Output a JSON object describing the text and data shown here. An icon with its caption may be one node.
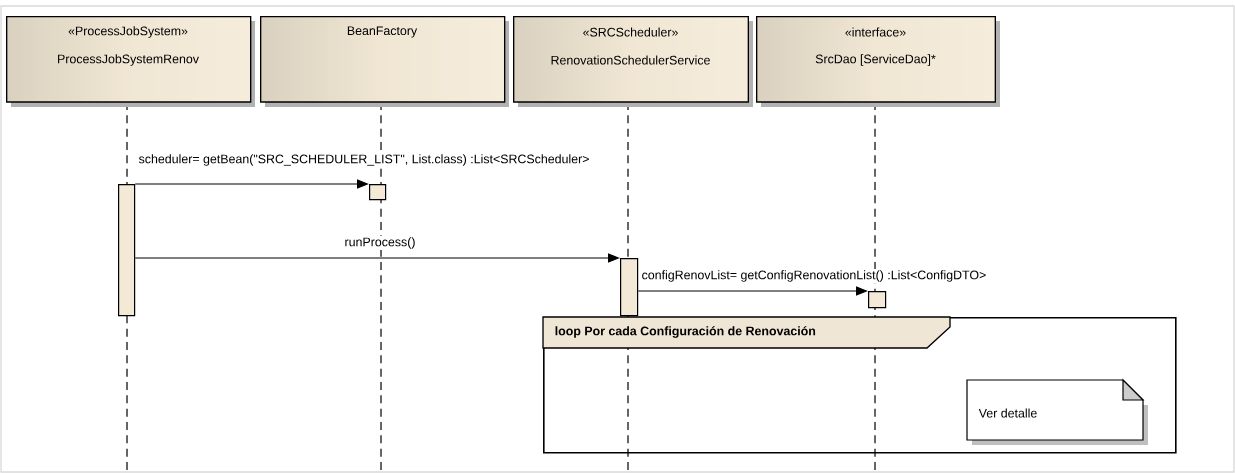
{
  "diagram": {
    "nodes": [
      {
        "text": [
          "«ProcessJobSystem»",
          "ProcessJobSystemRenov"
        ]
      },
      {
        "text": [
          "BeanFactory"
        ]
      },
      {
        "text": [
          "«SRCScheduler»",
          "RenovationSchedulerService"
        ]
      },
      {
        "text": [
          "«interface»",
          "SrcDao [ServiceDao]*"
        ]
      },
      {
        "text": [],
        "shape": "bar"
      },
      {
        "text": [],
        "shape": "bar"
      },
      {
        "text": [],
        "shape": "bar"
      },
      {
        "text": [],
        "shape": "bar"
      },
      {
        "text": [
          "loop Por cada Configuración de Renovación"
        ]
      },
      {
        "text": [
          "Ver detalle"
        ],
        "in": 8
      }
    ],
    "edges": [
      {
        "from": 4,
        "to": 5,
        "arrow": "to",
        "label": "scheduler= getBean(\"SRC_SCHEDULER_LIST\", List.class) :List<SRCScheduler>"
      },
      {
        "from": 4,
        "to": 6,
        "arrow": "to",
        "label": "runProcess()"
      },
      {
        "from": 6,
        "to": 7,
        "arrow": "to",
        "label": "configRenovList= getConfigRenovationList() :List<ConfigDTO>"
      }
    ]
  }
}
